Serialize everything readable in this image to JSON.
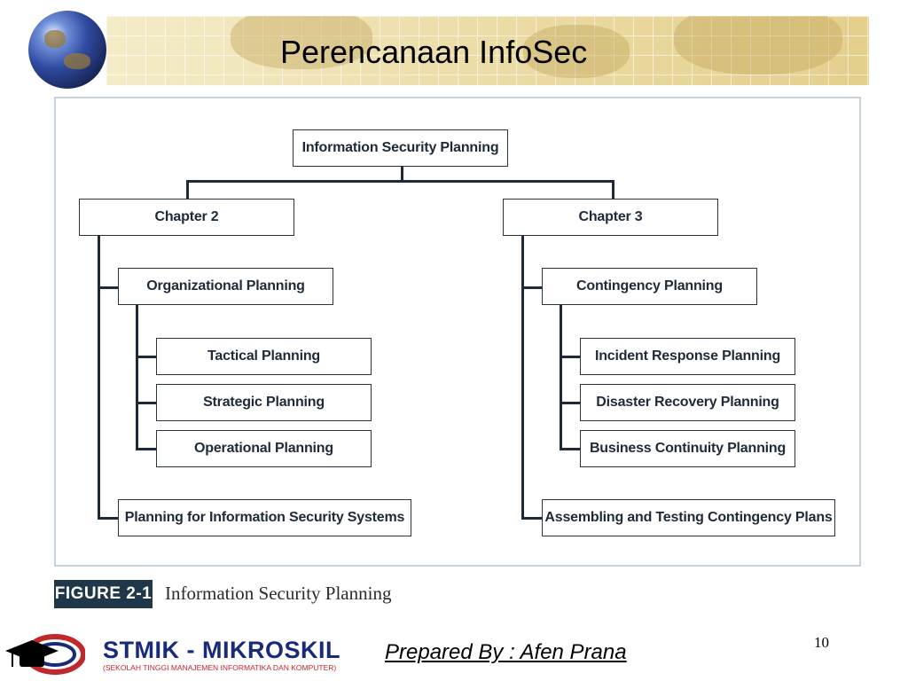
{
  "slide": {
    "title": "Perencanaan InfoSec",
    "page_number": "10",
    "prepared_by": "Prepared By : Afen Prana"
  },
  "logo": {
    "name": "STMIK - MIKROSKIL",
    "subtitle": "(SEKOLAH TINGGI MANAJEMEN INFORMATIKA DAN KOMPUTER)"
  },
  "figure": {
    "label": "FIGURE 2-1",
    "caption": "Information Security Planning"
  },
  "diagram": {
    "root": "Information Security Planning",
    "chapter2": {
      "label": "Chapter 2",
      "organizational": "Organizational Planning",
      "sub": [
        "Tactical Planning",
        "Strategic Planning",
        "Operational Planning"
      ],
      "systems": "Planning for Information Security Systems"
    },
    "chapter3": {
      "label": "Chapter 3",
      "contingency": "Contingency Planning",
      "sub": [
        "Incident Response Planning",
        "Disaster Recovery Planning",
        "Business Continuity Planning"
      ],
      "assembling": "Assembling and Testing Contingency Plans"
    }
  },
  "colors": {
    "figure_label_bg": "#20374a",
    "title_band": "#ead9a0",
    "logo_blue": "#1a2a7a",
    "logo_red": "#c0282e"
  }
}
